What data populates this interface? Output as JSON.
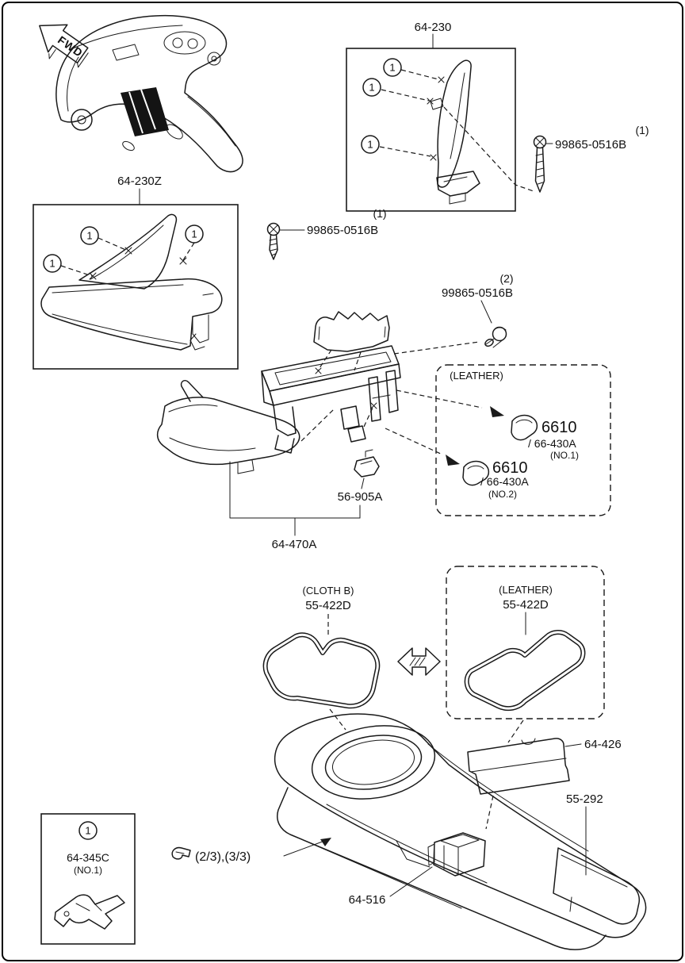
{
  "page": {
    "background": "#ffffff",
    "line_color": "#1a1a1a"
  },
  "diagram": {
    "fwd": "FWD",
    "callout_number": "1",
    "pillar_box": {
      "label": "64-230"
    },
    "screw_right": {
      "qty": "(1)",
      "part": "99865-0516B"
    },
    "side_box": {
      "label": "64-230Z"
    },
    "screw_left": {
      "qty": "(1)",
      "part": "99865-0516B"
    },
    "fastener_mid": {
      "qty": "(2)",
      "part": "99865-0516B"
    },
    "leather_caps": {
      "title": "(LEATHER)",
      "cap1": {
        "part": "6610",
        "sub": "/ 66-430A",
        "no": "(NO.1)"
      },
      "cap2": {
        "part": "6610",
        "sub": "/ 66-430A",
        "no": "(NO.2)"
      }
    },
    "clip_56905a": {
      "part": "56-905A"
    },
    "bracket_64470a": {
      "part": "64-470A"
    },
    "cloth_panel": {
      "material": "(CLOTH B)",
      "part": "55-422D"
    },
    "leather_panel": {
      "material": "(LEATHER)",
      "part": "55-422D"
    },
    "panel_64426": {
      "part": "64-426"
    },
    "panel_55292": {
      "part": "55-292"
    },
    "console_64516": {
      "part": "64-516"
    },
    "clip_64345c": {
      "part": "64-345C",
      "no": "(NO.1)"
    },
    "variant_note": {
      "text": "(2/3),(3/3)"
    }
  }
}
